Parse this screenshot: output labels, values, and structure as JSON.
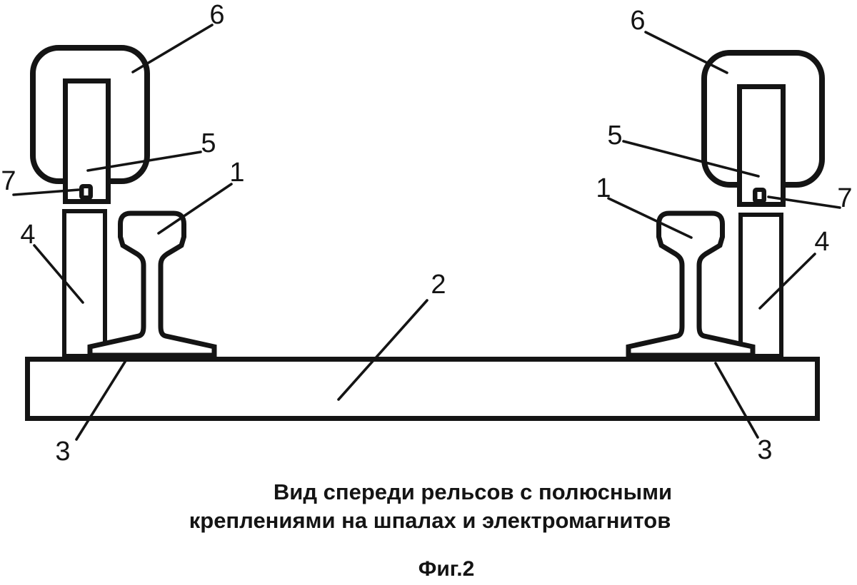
{
  "figure": {
    "caption_line1": "Вид спереди рельсов с полюсными",
    "caption_line2": "креплениями на шпалах и электромагнитов",
    "figure_label": "Фиг.2"
  },
  "callouts": {
    "left": {
      "rail": "1",
      "bar": "4",
      "mount": "3",
      "pole": "5",
      "electromagnet": "6",
      "gap_element": "7"
    },
    "right": {
      "rail": "1",
      "bar": "4",
      "mount": "3",
      "pole": "5",
      "electromagnet": "6",
      "gap_element": "7"
    },
    "sleeper": "2"
  },
  "colors": {
    "ink": "#141414",
    "background": "#ffffff"
  }
}
